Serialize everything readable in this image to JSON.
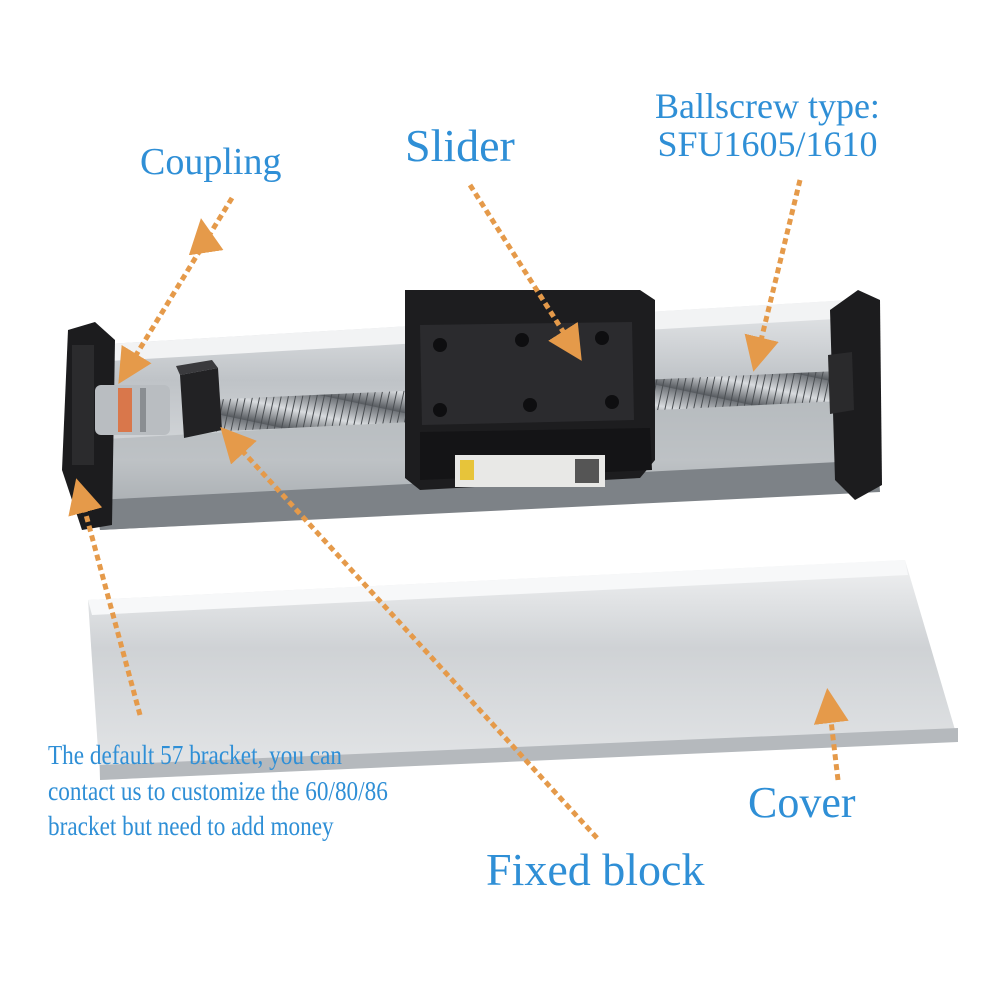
{
  "labels": {
    "slider": "Slider",
    "coupling": "Coupling",
    "ballscrew_line1": "Ballscrew type:",
    "ballscrew_line2": "SFU1605/1610",
    "cover": "Cover",
    "fixed_block": "Fixed block",
    "bracket_line1": "The default 57 bracket, you can",
    "bracket_line2": "contact us to customize the 60/80/86",
    "bracket_line3": "bracket but need to add money"
  },
  "colors": {
    "label_text": "#2f8fd6",
    "arrow": "#e59a4a",
    "rail_metal": "#c9ccd0",
    "black_parts": "#1c1c1e",
    "cover_metal": "#d8dadd"
  }
}
